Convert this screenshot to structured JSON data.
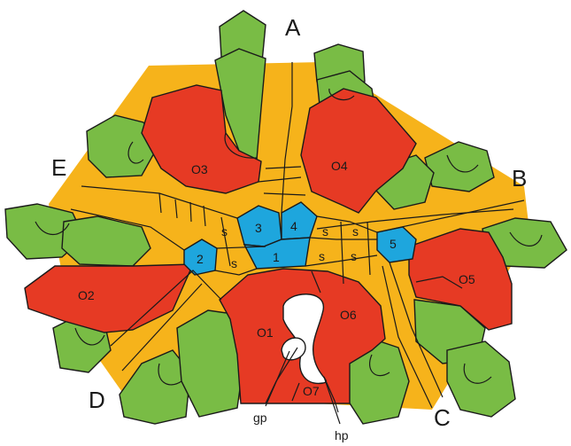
{
  "colors": {
    "ambulacral": "#f6b31b",
    "oral_plate": "#e63a24",
    "spine_tubercle": "#79bc45",
    "central_plate": "#1ea6dd",
    "outline": "#1a1a1a",
    "pore": "#ffffff"
  },
  "rays": {
    "a": "A",
    "b": "B",
    "c": "C",
    "d": "D",
    "e": "E"
  },
  "oral_plates": {
    "o1": "O1",
    "o2": "O2",
    "o3": "O3",
    "o4": "O4",
    "o5": "O5",
    "o6": "O6",
    "o7": "O7"
  },
  "central_plates": {
    "p1": "1",
    "p2": "2",
    "p3": "3",
    "p4": "4",
    "p5": "5"
  },
  "s_plates": {
    "label": "s"
  },
  "pores": {
    "gp": "gp",
    "hp": "hp"
  }
}
